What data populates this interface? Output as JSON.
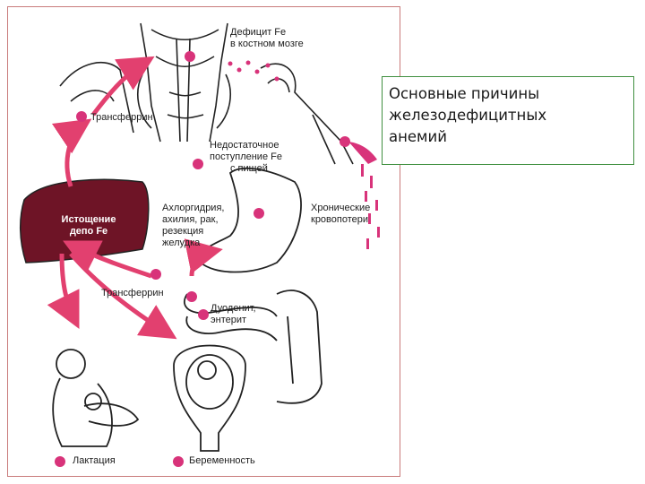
{
  "caption": {
    "lines": [
      "Основные причины",
      "железодефицитных",
      "анемий"
    ]
  },
  "labels": {
    "deficit_marrow": [
      "Дефицит Fe",
      "в костном мозге"
    ],
    "transferrin_top": "Трансферрин",
    "insufficient_intake": [
      "Недостаточное",
      "поступление Fe",
      "с пищей"
    ],
    "depot_exhaustion": [
      "Истощение",
      "депо Fe"
    ],
    "achlorhydria": [
      "Ахлоргидрия,",
      "ахилия, рак,",
      "резекция",
      "желудка"
    ],
    "chronic_blood_loss": [
      "Хронические",
      "кровопотери"
    ],
    "transferrin_bottom": "Трансферрин",
    "duodenitis": [
      "Дуоденит,",
      "энтерит"
    ],
    "lactation": "Лактация",
    "pregnancy": "Беременность"
  },
  "colors": {
    "marker": "#d8337a",
    "liver": "#6e1426",
    "arrow": "#e2406f",
    "ink": "#222222",
    "frame": "#c97b7b",
    "caption_border": "#3f8f3f"
  }
}
